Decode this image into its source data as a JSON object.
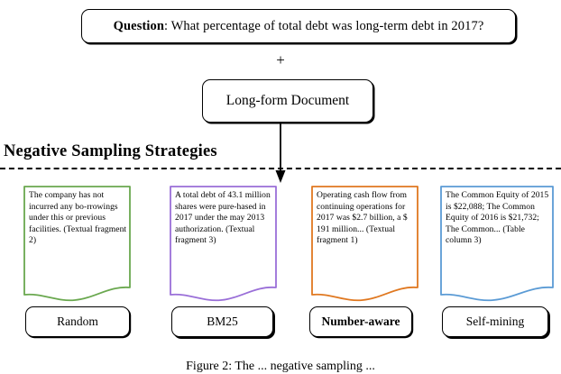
{
  "figure": {
    "question_label": "Question",
    "question_text": ": What percentage of total debt was long-term debt in 2017?",
    "plus": "+",
    "document_box_label": "Long-form Document",
    "section_heading": "Negative Sampling Strategies",
    "caption": "Figure 2:   The ... negative sampling ..."
  },
  "cards": [
    {
      "id": "random-card",
      "color": "#6aa84f",
      "text": "The company has not incurred any bo-rrowings under this or previous facilities. (Textual fragment 2)"
    },
    {
      "id": "bm25-card",
      "color": "#9a6fd8",
      "text": "A total debt of 43.1 million shares were pure-hased in 2017 under the may 2013 authorization. (Textual fragment 3)"
    },
    {
      "id": "number-aware-card",
      "color": "#e07820",
      "text": "Operating cash flow from continuing operations for 2017 was $2.7 billion, a $ 191 million... (Textual fragment 1)"
    },
    {
      "id": "self-mining-card",
      "color": "#5b9bd5",
      "text": "The Common  Equity of 2015 is $22,088; The Common  Equity of 2016 is $21,732; The Common... (Table column 3)"
    }
  ],
  "strategies": [
    {
      "id": "random",
      "label": "Random"
    },
    {
      "id": "bm25",
      "label": "BM25"
    },
    {
      "id": "number-aware",
      "label": "Number-aware"
    },
    {
      "id": "self-mining",
      "label": "Self-mining"
    }
  ]
}
